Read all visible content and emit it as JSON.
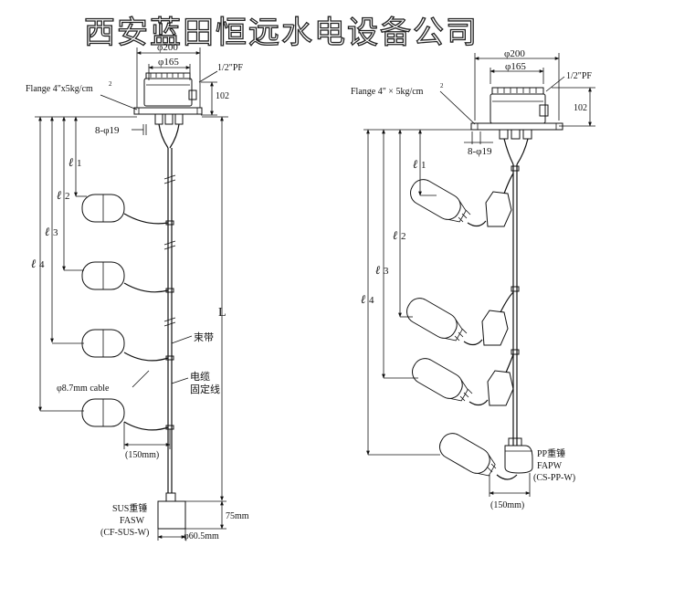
{
  "header": {
    "title": "西安蓝田恒远水电设备公司"
  },
  "left": {
    "dim_d200": "φ200",
    "dim_d165": "φ165",
    "pf": "1/2\"PF",
    "h102": "102",
    "flange": "Flange 4\"x5kg/cm",
    "flange_sup": "2",
    "bolts": "8-φ19",
    "l1": "1",
    "l2": "2",
    "l3": "3",
    "l4": "4",
    "L": "L",
    "band": "束带",
    "cable": "φ8.7mm cable",
    "fix1": "电缆",
    "fix2": "固定线",
    "sp150": "(150mm)",
    "w1": "SUS重锤",
    "w2": "FASW",
    "w3": "(CF-SUS-W)",
    "h75": "75mm",
    "d605": "φ60.5mm"
  },
  "right": {
    "dim_d200": "φ200",
    "dim_d165": "φ165",
    "pf": "1/2\"PF",
    "h102": "102",
    "flange": "Flange 4\" × 5kg/cm",
    "flange_sup": "2",
    "bolts": "8-φ19",
    "l1": "1",
    "l2": "2",
    "l3": "3",
    "l4": "4",
    "w1": "PP重锤",
    "w2": "FAPW",
    "w3": "(CS-PP-W)",
    "sp150": "(150mm)"
  }
}
